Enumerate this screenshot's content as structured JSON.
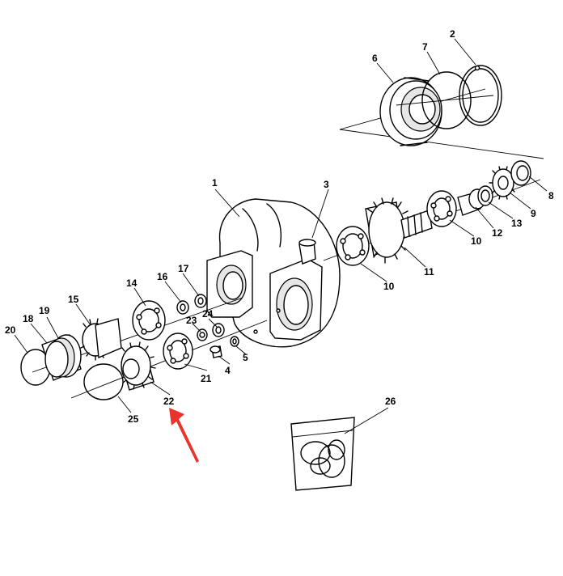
{
  "diagram": {
    "callouts": [
      {
        "id": "c1",
        "text": "1"
      },
      {
        "id": "c2",
        "text": "2"
      },
      {
        "id": "c3",
        "text": "3"
      },
      {
        "id": "c4",
        "text": "4"
      },
      {
        "id": "c5",
        "text": "5"
      },
      {
        "id": "c6",
        "text": "6"
      },
      {
        "id": "c7",
        "text": "7"
      },
      {
        "id": "c8",
        "text": "8"
      },
      {
        "id": "c9",
        "text": "9"
      },
      {
        "id": "c10a",
        "text": "10"
      },
      {
        "id": "c10b",
        "text": "10"
      },
      {
        "id": "c11",
        "text": "11"
      },
      {
        "id": "c12",
        "text": "12"
      },
      {
        "id": "c13",
        "text": "13"
      },
      {
        "id": "c14",
        "text": "14"
      },
      {
        "id": "c15",
        "text": "15"
      },
      {
        "id": "c16",
        "text": "16"
      },
      {
        "id": "c17",
        "text": "17"
      },
      {
        "id": "c18",
        "text": "18"
      },
      {
        "id": "c19",
        "text": "19"
      },
      {
        "id": "c20",
        "text": "20"
      },
      {
        "id": "c21",
        "text": "21"
      },
      {
        "id": "c22",
        "text": "22"
      },
      {
        "id": "c23",
        "text": "23"
      },
      {
        "id": "c24",
        "text": "24"
      },
      {
        "id": "c25",
        "text": "25"
      },
      {
        "id": "c26",
        "text": "26"
      }
    ],
    "highlight_color": "#e8332e",
    "highlight_target": "22"
  }
}
